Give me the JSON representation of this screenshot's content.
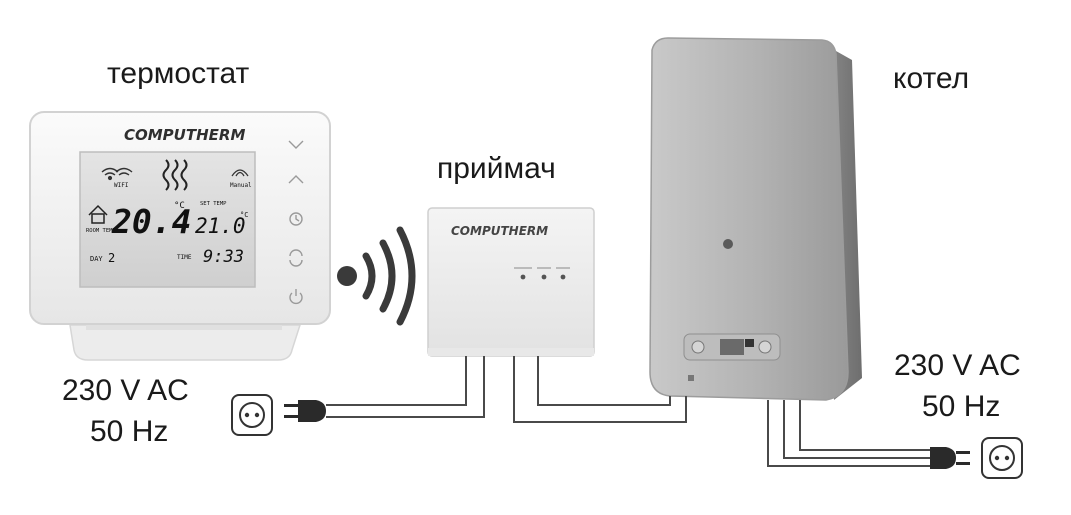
{
  "labels": {
    "thermostat": "термостат",
    "receiver": "приймач",
    "boiler": "котел",
    "power_left_line1": "230 V AC",
    "power_left_line2": "50 Hz",
    "power_right_line1": "230 V AC",
    "power_right_line2": "50 Hz"
  },
  "thermostat": {
    "brand": "COMPUTHERM",
    "wifi_label": "WIFI",
    "manual_label": "Manual",
    "room_temp_label": "ROOM TEMP",
    "room_temp": "20.4",
    "room_unit": "°C",
    "set_temp_label": "SET TEMP",
    "set_temp": "21.0",
    "set_unit": "°C",
    "day_label": "DAY",
    "day_value": "2",
    "time_label": "TIME",
    "time_value": "9:33"
  },
  "receiver": {
    "brand": "COMPUTHERM"
  },
  "colors": {
    "line": "#4a4a4a",
    "device_light": "#f2f2f2",
    "device_edge": "#cfcfcf",
    "lcd_bg": "#d9d9d9",
    "boiler_body": "#b9b9b9",
    "boiler_dark": "#8a8a8a"
  }
}
